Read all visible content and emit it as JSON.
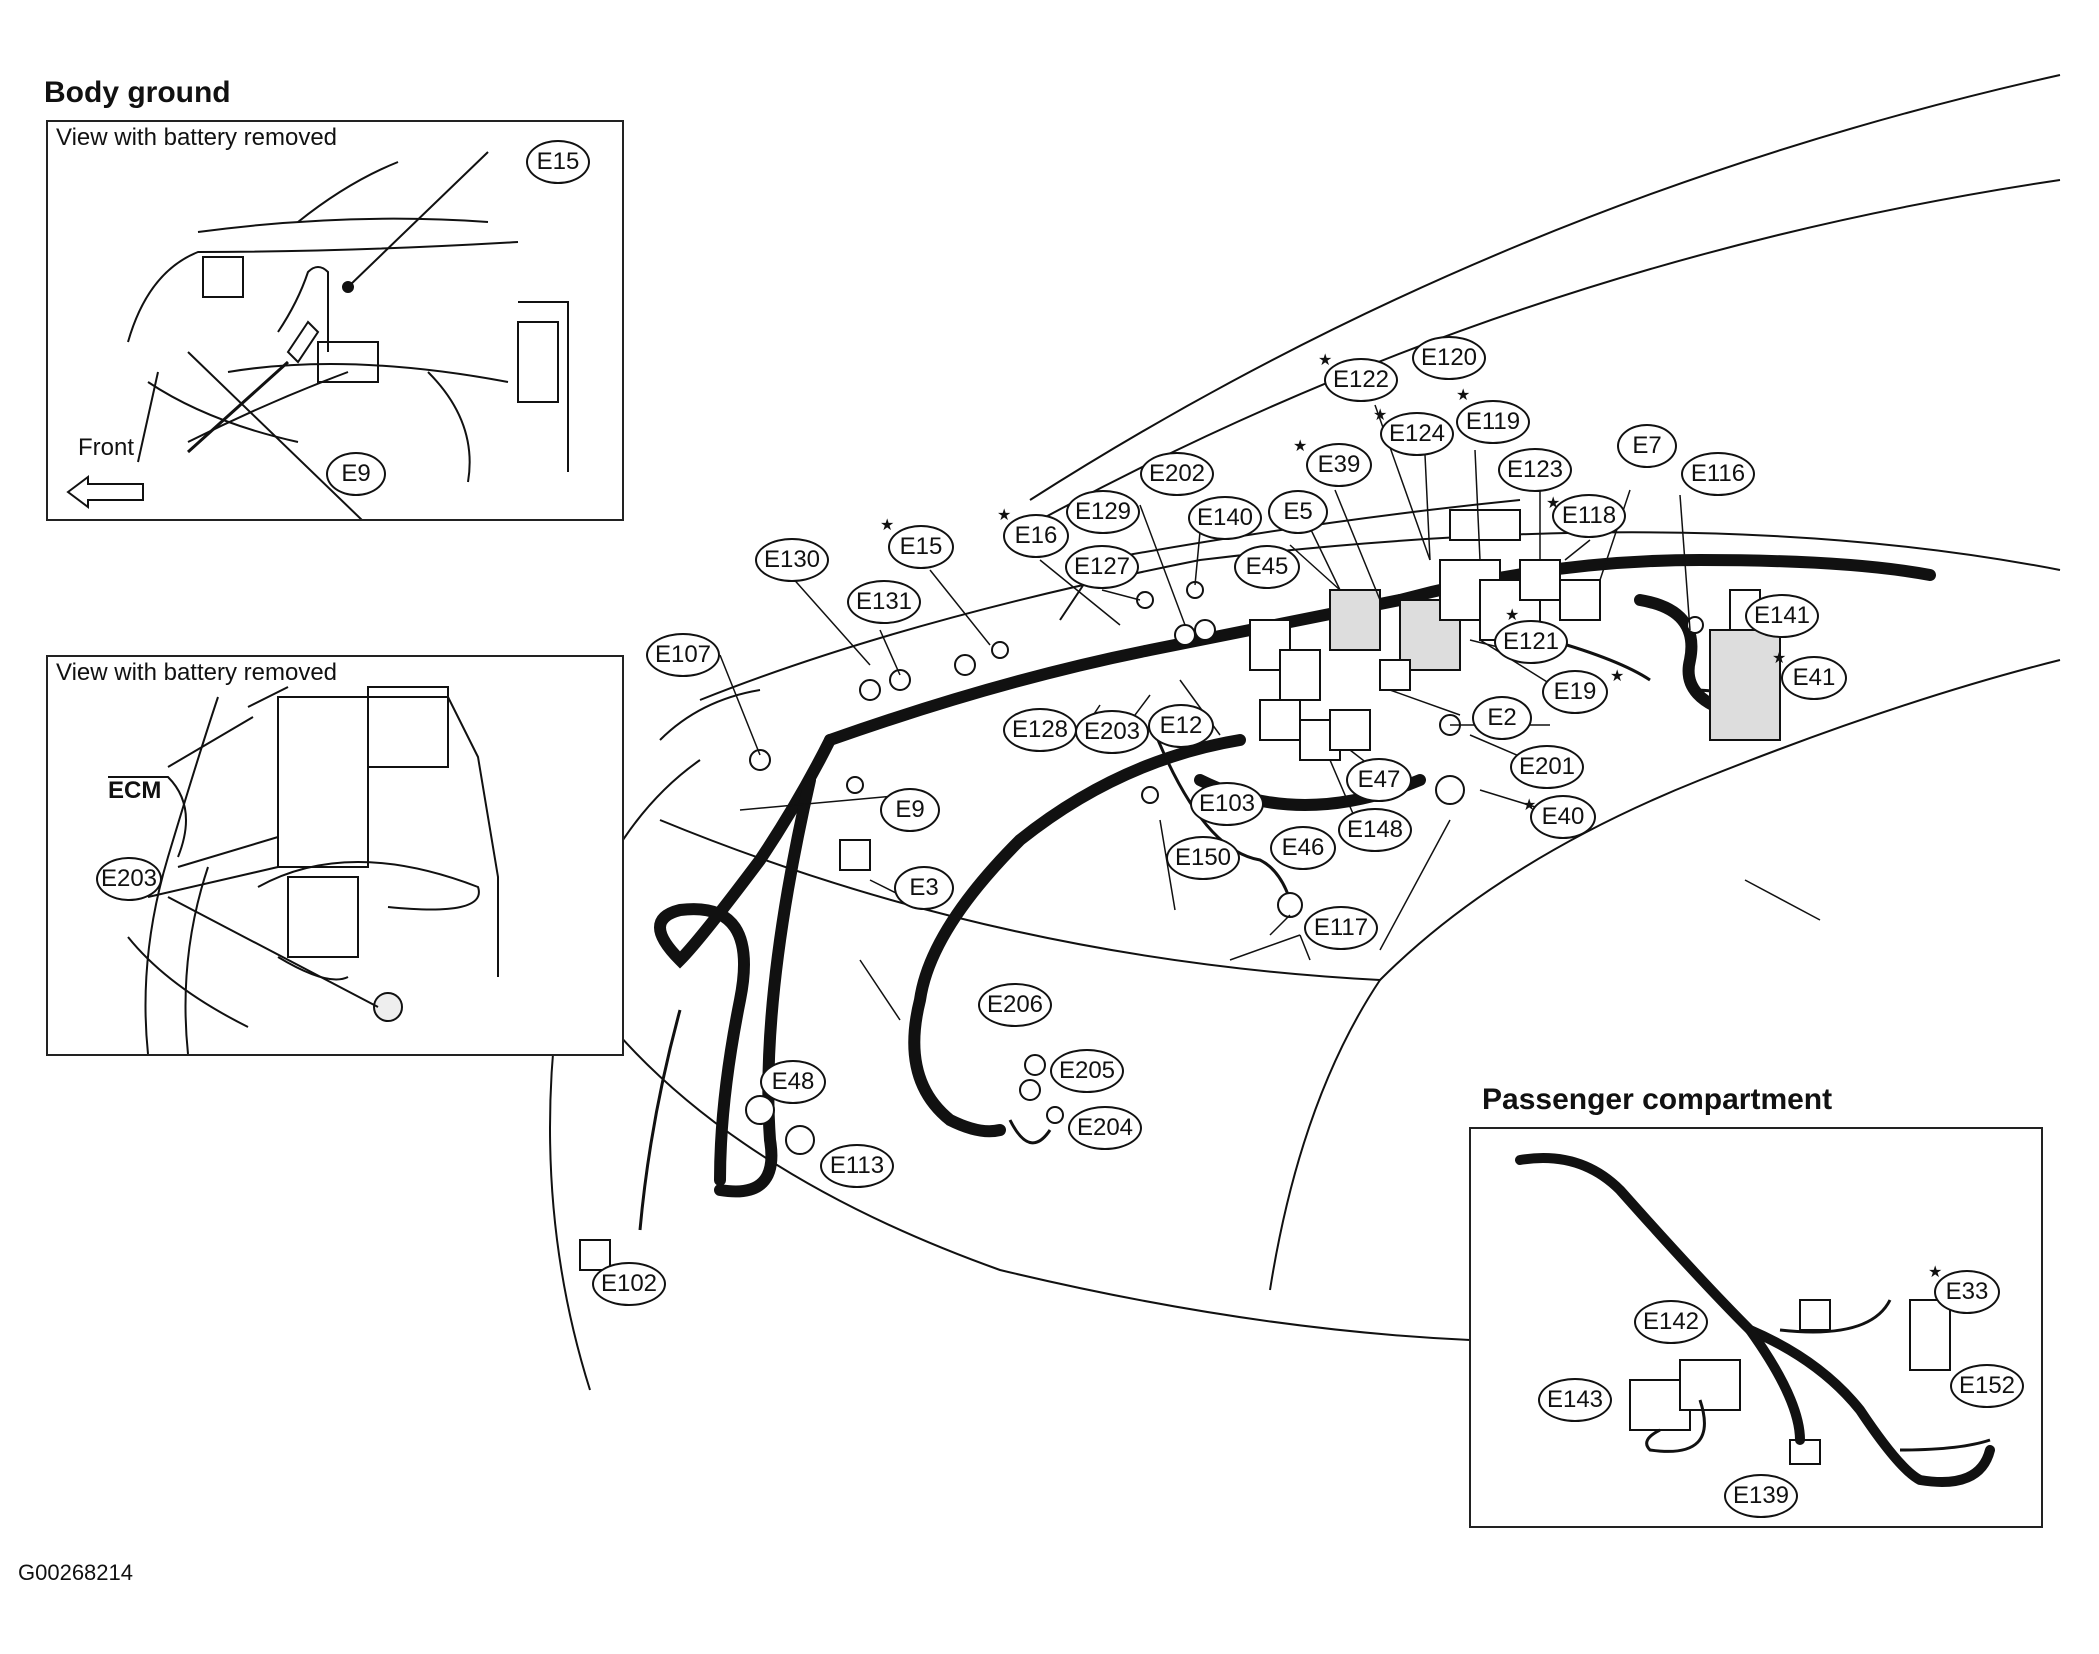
{
  "headings": {
    "body_ground": "Body ground",
    "passenger_compartment": "Passenger compartment"
  },
  "insets": {
    "body_ground_view": {
      "caption": "View with battery removed",
      "front_label": "Front",
      "callouts": [
        "E15",
        "E9"
      ]
    },
    "ecm_view": {
      "caption": "View with battery removed",
      "ecm_label": "ECM",
      "callouts": [
        "E203"
      ]
    }
  },
  "engine_connectors": {
    "E130": "E130",
    "E131": "E131",
    "E15": "E15",
    "E16": "E16",
    "E127": "E127",
    "E129": "E129",
    "E202": "E202",
    "E140": "E140",
    "E5": "E5",
    "E45": "E45",
    "E39": "E39",
    "E122": "E122",
    "E120": "E120",
    "E124": "E124",
    "E119": "E119",
    "E123": "E123",
    "E7": "E7",
    "E116": "E116",
    "E118": "E118",
    "E121": "E121",
    "E141": "E141",
    "E41": "E41",
    "E19": "E19",
    "E2": "E2",
    "E201": "E201",
    "E40": "E40",
    "E47": "E47",
    "E148": "E148",
    "E46": "E46",
    "E103": "E103",
    "E12": "E12",
    "E203": "E203",
    "E128": "E128",
    "E107": "E107",
    "E9": "E9",
    "E3": "E3",
    "E150": "E150",
    "E117": "E117",
    "E206": "E206",
    "E205": "E205",
    "E204": "E204",
    "E48": "E48",
    "E113": "E113",
    "E102": "E102"
  },
  "passenger_connectors": {
    "E33": "E33",
    "E142": "E142",
    "E143": "E143",
    "E152": "E152",
    "E139": "E139"
  },
  "star_symbol": "★",
  "figure_code": "G00268214"
}
